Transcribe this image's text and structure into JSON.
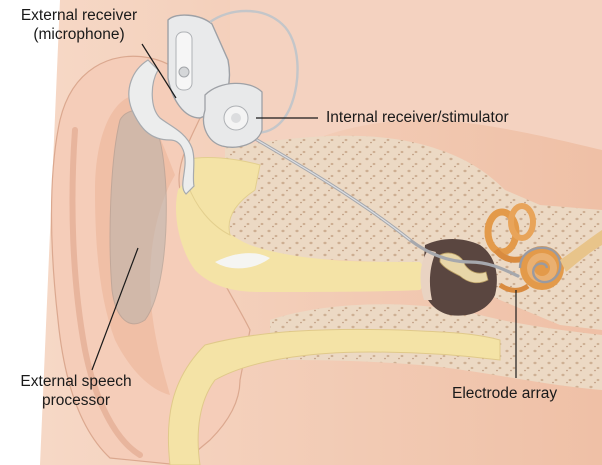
{
  "labels": {
    "external_receiver": [
      "External receiver",
      "(microphone)"
    ],
    "internal_receiver": "Internal receiver/stimulator",
    "external_processor": [
      "External speech",
      "processor"
    ],
    "electrode_array": "Electrode array"
  },
  "colors": {
    "skin": "#f3ccb7",
    "skin_shadow": "#e4ab93",
    "bone": "#ecd9c4",
    "bone_spots": "#c9a98c",
    "canal": "#f4e3a6",
    "cochlea": "#e39a4a",
    "device": "#e9eaeb",
    "leader": "#1a1a1a"
  }
}
